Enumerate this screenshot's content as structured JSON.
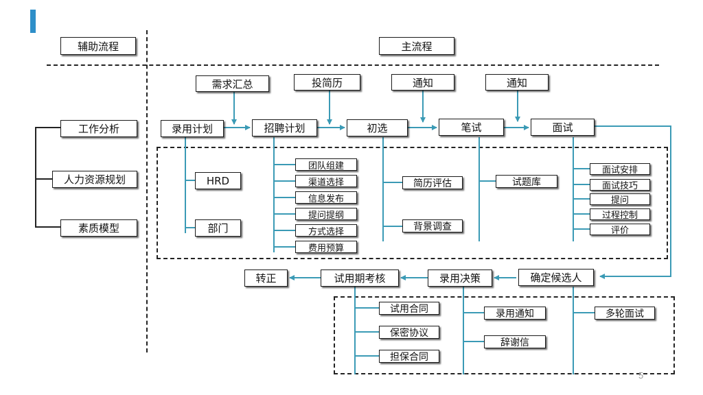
{
  "headers": {
    "auxiliary": "辅助流程",
    "main": "主流程"
  },
  "auxiliary": [
    "工作分析",
    "人力资源规划",
    "素质模型"
  ],
  "inputs": {
    "demand": "需求汇总",
    "resume": "投简历",
    "notice1": "通知",
    "notice2": "通知"
  },
  "steps": {
    "hire_plan": "录用计划",
    "recruit_plan": "招聘计划",
    "screening": "初选",
    "written_test": "笔试",
    "interview": "面试",
    "candidate": "确定候选人",
    "decision": "录用决策",
    "probation": "试用期考核",
    "regular": "转正"
  },
  "hire_plan_subs": [
    "HRD",
    "部门"
  ],
  "recruit_plan_subs": [
    "团队组建",
    "渠道选择",
    "信息发布",
    "提问提纲",
    "方式选择",
    "费用预算"
  ],
  "screening_subs": [
    "简历评估",
    "背景调查"
  ],
  "written_test_subs": [
    "试题库"
  ],
  "interview_subs": [
    "面试安排",
    "面试技巧",
    "提问",
    "过程控制",
    "评价"
  ],
  "probation_subs": [
    "试用合同",
    "保密协议",
    "担保合同"
  ],
  "decision_subs": [
    "录用通知",
    "辞谢信"
  ],
  "candidate_subs": [
    "多轮面试"
  ],
  "page_number": "5",
  "colors": {
    "accent": "#2e8fc9",
    "connector": "#3a9ab5",
    "line": "#222222"
  }
}
